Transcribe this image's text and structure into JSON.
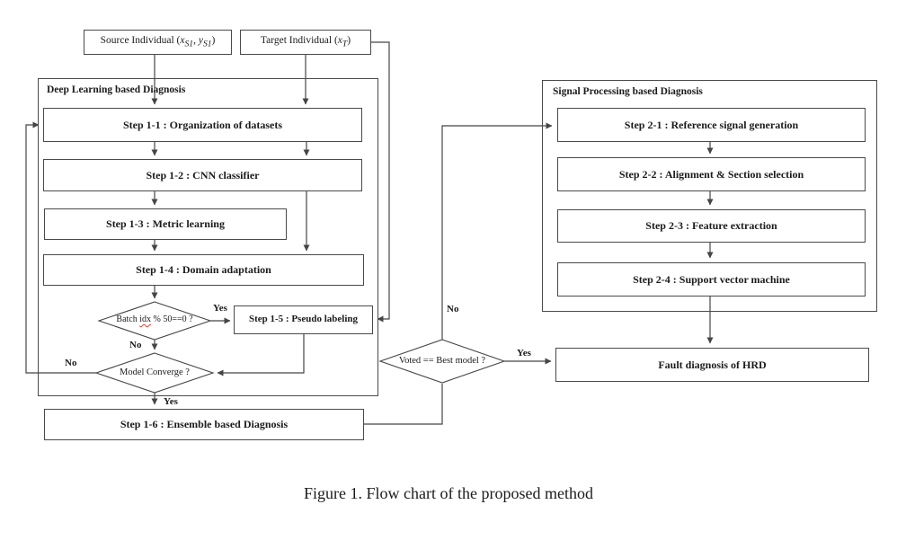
{
  "colors": {
    "line": "#454545",
    "box_border": "#4a4a4a",
    "text": "#1b1b1b",
    "spellcheck_underline": "#e03a2a",
    "background": "#ffffff"
  },
  "top_inputs": {
    "source": {
      "prefix": "Source Individual (",
      "var1": "x",
      "sub1": "S1",
      "separator": ", ",
      "var2": "y",
      "sub2": "S1",
      "suffix": ")"
    },
    "target": {
      "prefix": "Target Individual (",
      "var1": "x",
      "sub1": "T",
      "suffix": ")"
    }
  },
  "deep_learning": {
    "title": "Deep Learning based Diagnosis",
    "step_1_1": "Step 1-1 : Organization of datasets",
    "step_1_2": "Step 1-2 : CNN classifier",
    "step_1_3": "Step 1-3 : Metric learning",
    "step_1_4": "Step 1-4 : Domain adaptation",
    "step_1_5": "Step 1-5 : Pseudo labeling",
    "step_1_6": "Step 1-6 : Ensemble based Diagnosis",
    "batch_decision": {
      "pre": "Batch ",
      "word": "idx",
      "post": " % 50==0 ?"
    },
    "converge_decision": "Model Converge ?"
  },
  "signal_processing": {
    "title": "Signal Processing based Diagnosis",
    "step_2_1": "Step 2-1 : Reference signal generation",
    "step_2_2": "Step 2-2 : Alignment & Section selection",
    "step_2_3": "Step 2-3 : Feature extraction",
    "step_2_4": "Step 2-4 : Support vector machine"
  },
  "voted_decision": "Voted == Best model ?",
  "final_output": "Fault diagnosis of HRD",
  "edge_labels": {
    "yes": "Yes",
    "no": "No"
  },
  "caption": "Figure 1. Flow chart of the proposed method"
}
